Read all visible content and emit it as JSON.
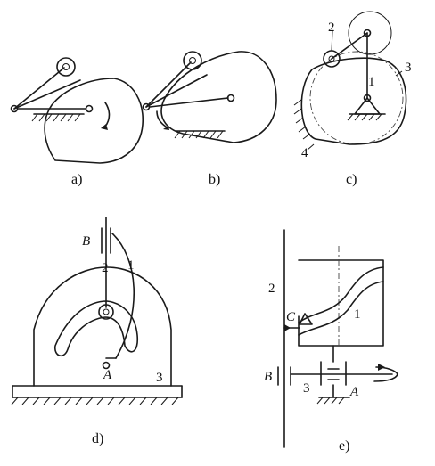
{
  "captions": {
    "a": "a)",
    "b": "b)",
    "c": "c)",
    "d": "d)",
    "e": "e)"
  },
  "labels": {
    "c_follower": "2",
    "c_cam": "3",
    "c_pivot": "1",
    "c_frame": "4",
    "d_slider_point": "B",
    "d_rod": "2",
    "d_cam": "1",
    "d_pivot": "A",
    "d_frame": "3",
    "e_rod": "2",
    "e_roller": "C",
    "e_cam": "1",
    "e_bearing_b": "B",
    "e_shaft": "3",
    "e_bearing_a": "A"
  }
}
